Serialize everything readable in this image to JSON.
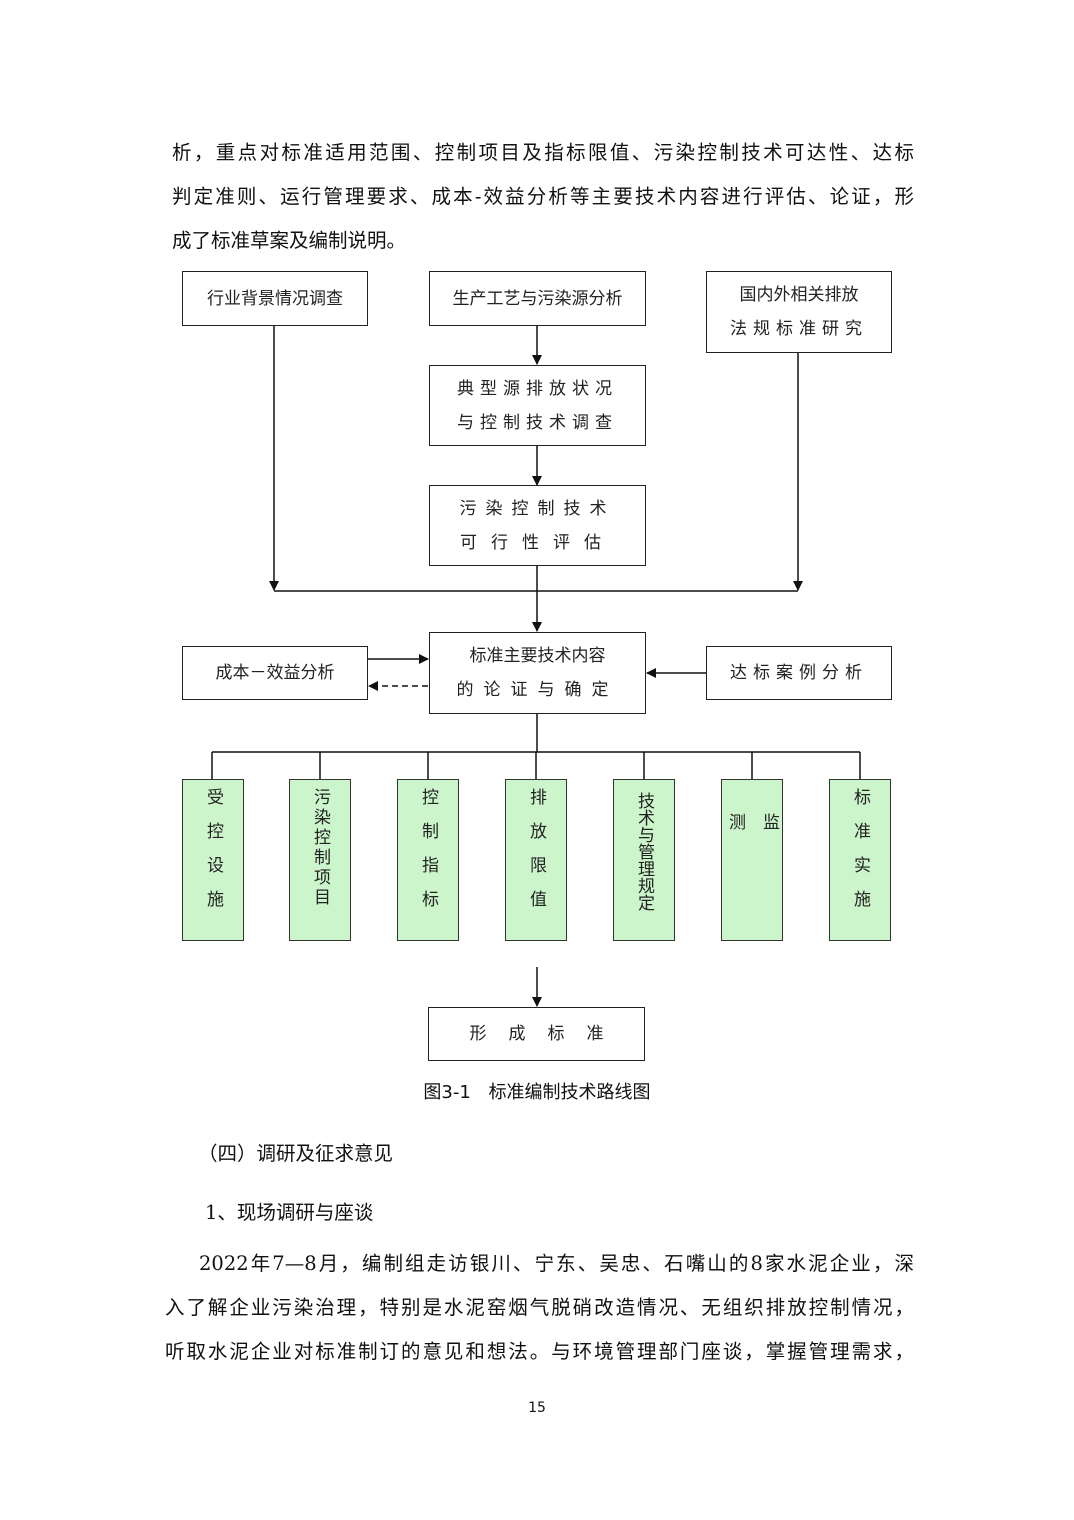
{
  "intro_lines": [
    "析，重点对标准适用范围、控制项目及指标限值、污染控制技术可达性、达标",
    "判定准则、运行管理要求、成本-效益分析等主要技术内容进行评估、论证，形",
    "成了标准草案及编制说明。"
  ],
  "flowchart": {
    "industry_survey": "行业背景情况调查",
    "process_analysis": "生产工艺与污染源分析",
    "regulations_line1": "国内外相关排放",
    "regulations_line2": "法规标准研究",
    "typical_source_line1": "典型源排放状况",
    "typical_source_line2": "与控制技术调查",
    "tech_eval_line1": "污染控制技术",
    "tech_eval_line2": "可行性评估",
    "main_content_line1": "标准主要技术内容",
    "main_content_line2": "的论证与确定",
    "cost_benefit": "成本－效益分析",
    "compliance_cases": "达标案例分析",
    "items": [
      {
        "label": "受控设施"
      },
      {
        "label": "污染控制项目"
      },
      {
        "label": "控制指标"
      },
      {
        "label": "排放限值"
      },
      {
        "label": "技术与管理规定"
      },
      {
        "label": "监测"
      },
      {
        "label": "标准实施"
      }
    ],
    "final": "形成标准"
  },
  "caption": {
    "number": "图3-1",
    "title": "标准编制技术路线图"
  },
  "section_heading": "（四）调研及征求意见",
  "subsection_heading": "1、现场调研与座谈",
  "body_lines": [
    "2022年7—8月，编制组走访银川、宁东、吴忠、石嘴山的8家水泥企业，深",
    "入了解企业污染治理，特别是水泥窑烟气脱硝改造情况、无组织排放控制情况，",
    "听取水泥企业对标准制订的意见和想法。与环境管理部门座谈，掌握管理需求，"
  ],
  "page_number": "15"
}
